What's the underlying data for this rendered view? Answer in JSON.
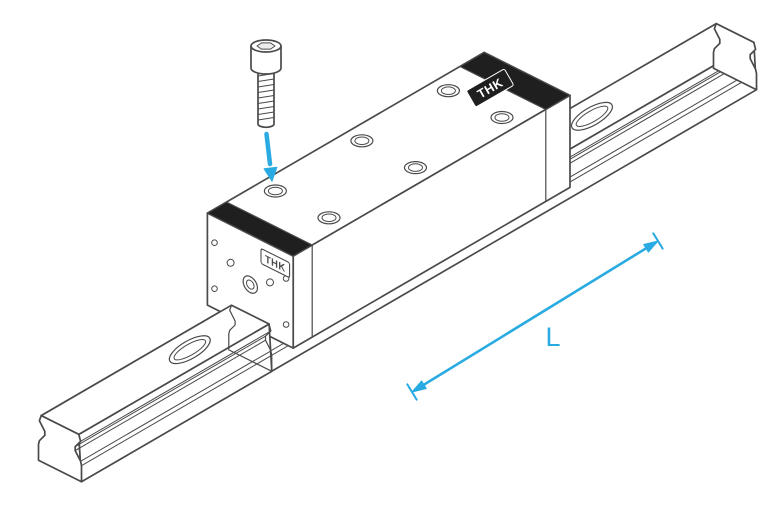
{
  "labels": {
    "brand_logo_top": "THK",
    "brand_logo_end_plate": "THK",
    "dimension_length": "L"
  },
  "colors": {
    "line": "#4a4a4a",
    "accent": "#29abe2",
    "seal": "#1f1f1f",
    "white": "#ffffff"
  },
  "icons": {
    "insert_arrow": "arrow-down-insertion",
    "dimension_arrow": "double-headed-arrow"
  }
}
